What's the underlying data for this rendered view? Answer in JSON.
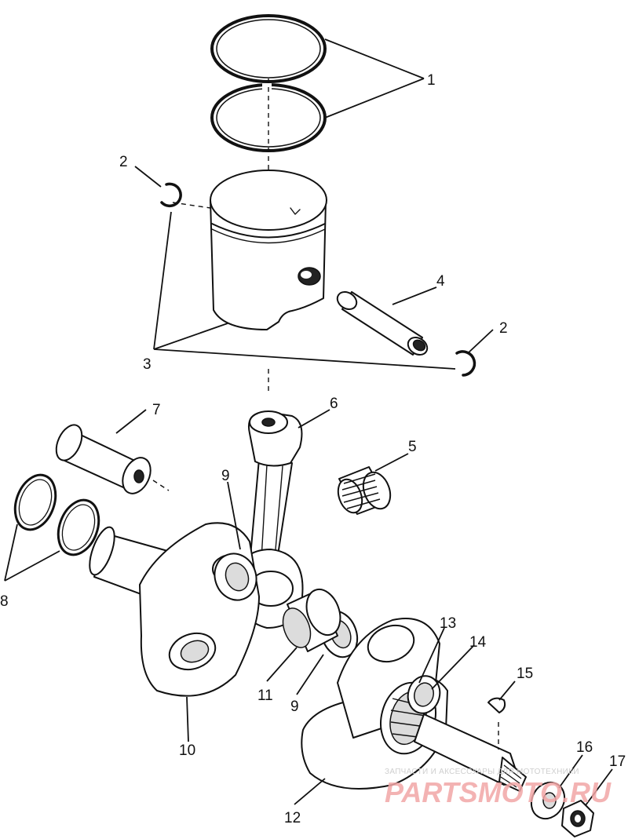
{
  "callouts": {
    "c1": "1",
    "c2a": "2",
    "c2b": "2",
    "c3": "3",
    "c4": "4",
    "c5": "5",
    "c6": "6",
    "c7": "7",
    "c8": "8",
    "c9a": "9",
    "c9b": "9",
    "c10": "10",
    "c11": "11",
    "c12": "12",
    "c13": "13",
    "c14": "14",
    "c15": "15",
    "c16": "16",
    "c17": "17"
  },
  "watermark": {
    "tagline": "ЗАПЧАСТИ И АКСЕССУАРЫ ДЛЯ МОТОТЕХНИКИ",
    "brand": "PARTSMOTO.RU"
  },
  "colors": {
    "line": "#111111",
    "watermark_brand": "#f2a6a6",
    "watermark_tagline": "#cfcfcf"
  }
}
